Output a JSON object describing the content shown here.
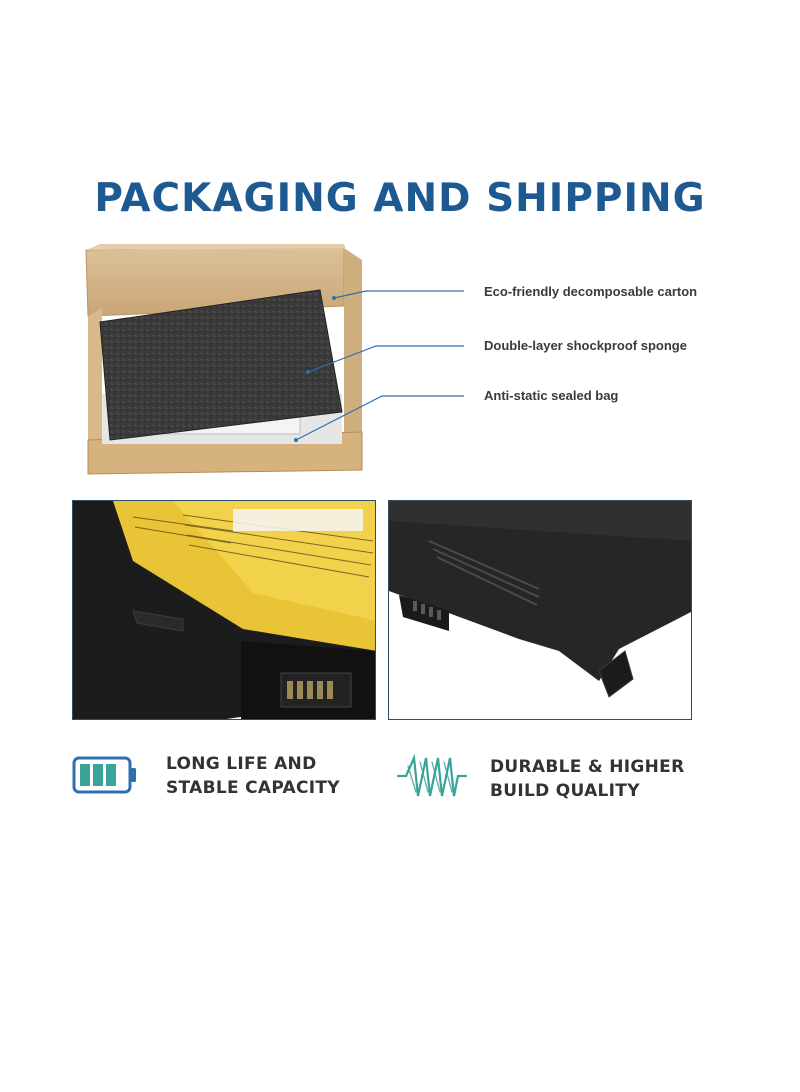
{
  "title": "PACKAGING AND SHIPPING",
  "callouts": [
    {
      "label": "Eco-friendly decomposable carton"
    },
    {
      "label": "Double-layer shockproof sponge"
    },
    {
      "label": "Anti-static sealed bag"
    }
  ],
  "features": [
    {
      "icon": "battery-icon",
      "text": "LONG LIFE AND\nSTABLE CAPACITY"
    },
    {
      "icon": "spring-coil-icon",
      "text": "DURABLE & HIGHER\nBUILD QUALITY"
    }
  ],
  "colors": {
    "title": "#1e5a92",
    "accent": "#2e6fb0",
    "icon_teal": "#3aa39a",
    "frame": "#2e4f66",
    "label_text": "#3a3a3a"
  }
}
